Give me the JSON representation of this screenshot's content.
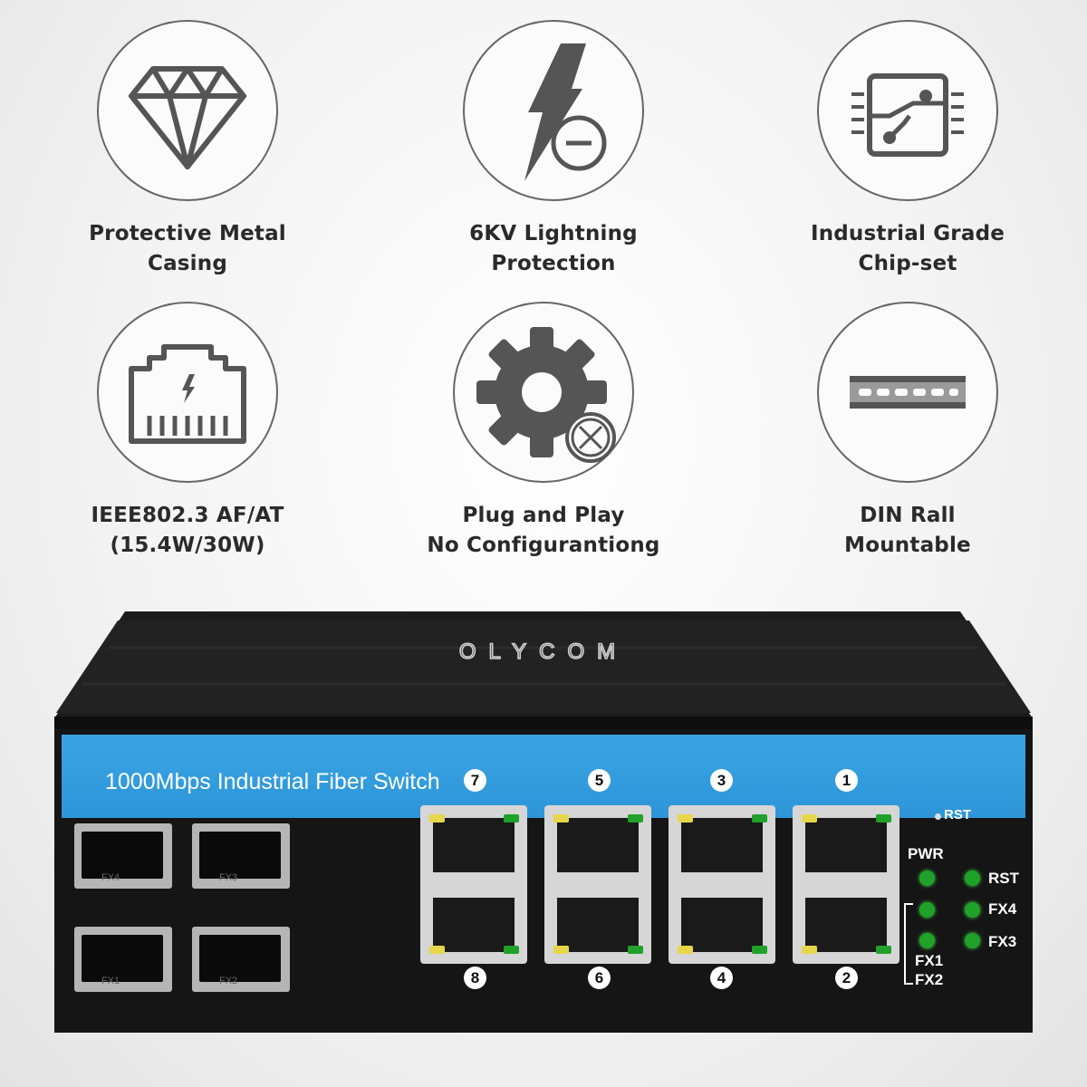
{
  "features": [
    {
      "icon": "diamond-icon",
      "line1": "Protective Metal",
      "line2": "Casing"
    },
    {
      "icon": "lightning-icon",
      "line1": "6KV Lightning",
      "line2": "Protection"
    },
    {
      "icon": "chip-icon",
      "line1": "Industrial Grade",
      "line2": "Chip-set"
    },
    {
      "icon": "ethernet-port-icon",
      "line1": "IEEE802.3 AF/AT",
      "line2": "(15.4W/30W)"
    },
    {
      "icon": "gear-icon",
      "line1": "Plug and Play",
      "line2": "No Configurantiong"
    },
    {
      "icon": "din-rail-icon",
      "line1": "DIN Rall",
      "line2": "Mountable"
    }
  ],
  "device": {
    "brand": "OLYCOM",
    "band_title": "1000Mbps Industrial Fiber Switch",
    "top_port_numbers": [
      "7",
      "5",
      "3",
      "1"
    ],
    "bottom_port_numbers": [
      "8",
      "6",
      "4",
      "2"
    ],
    "sfp_labels": [
      "FX4",
      "FX3",
      "FX1",
      "FX2"
    ],
    "rst_button_label": "RST",
    "led_labels": {
      "pwr": "PWR",
      "rst": "RST",
      "fx4": "FX4",
      "fx3": "FX3",
      "fx1": "FX1",
      "fx2": "FX2"
    },
    "colors": {
      "band": "#2d95d8",
      "body": "#151515",
      "led_green": "#1fa12a",
      "led_yellow": "#e8d64a"
    }
  }
}
